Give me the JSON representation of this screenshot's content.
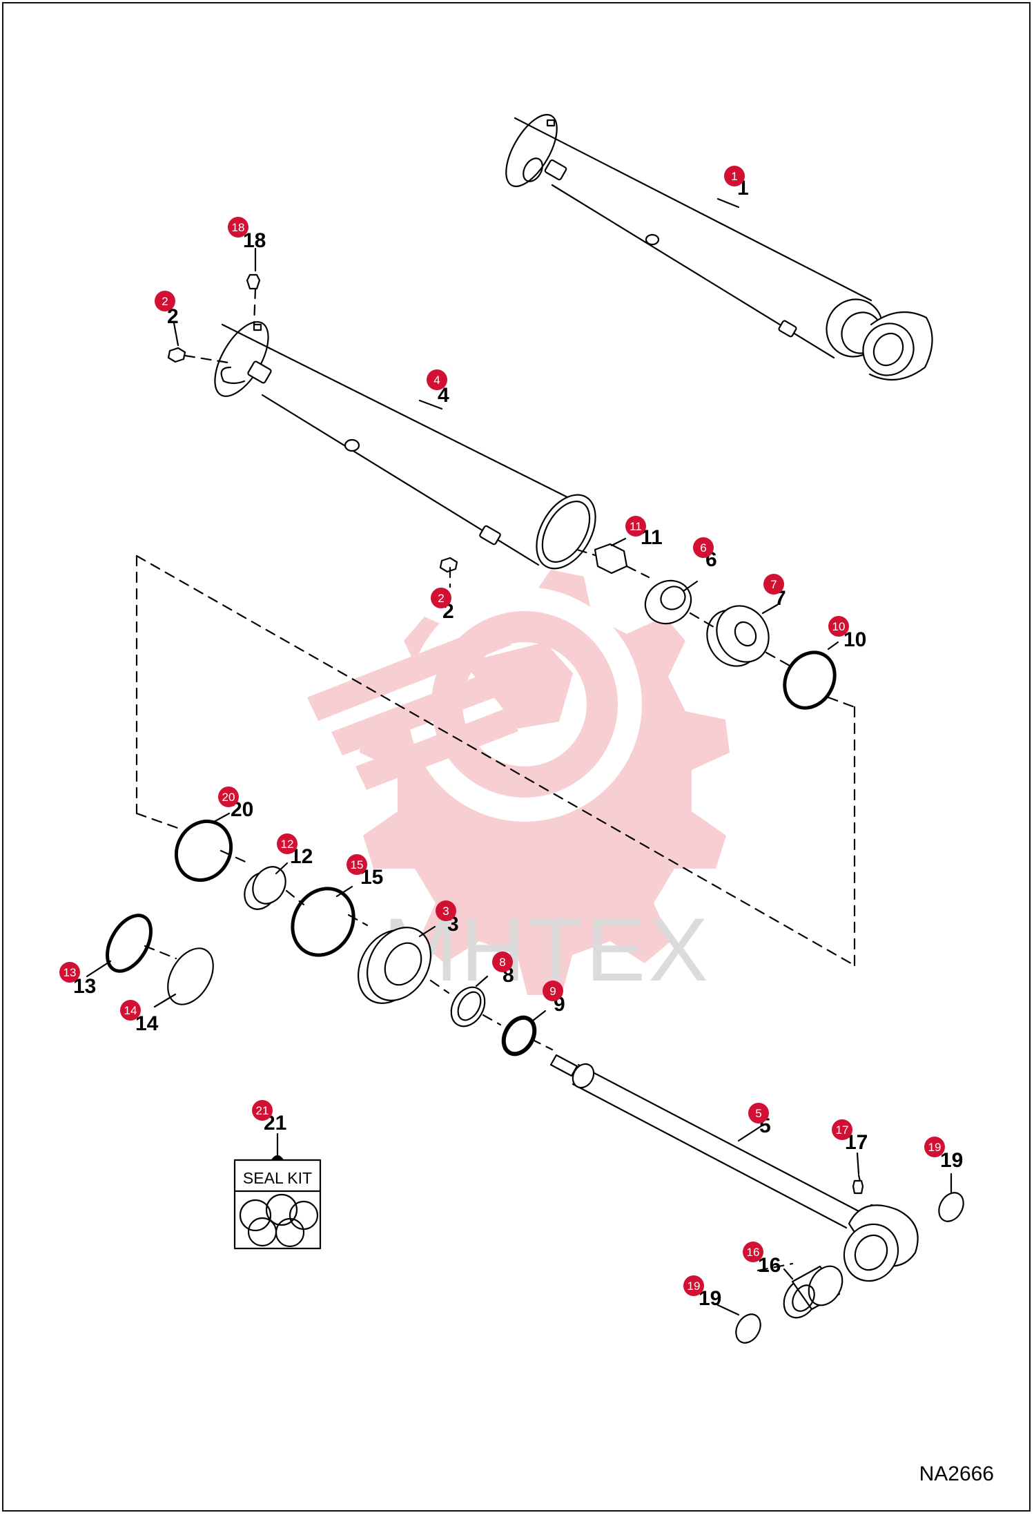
{
  "drawing": {
    "reference_code": "NA2666",
    "seal_kit_label": "SEAL KIT",
    "watermark_text": "MHTEX",
    "callout_color": "#d21034",
    "watermark_color": "#f7c9cd",
    "line_color": "#000000"
  },
  "callouts": [
    "1",
    "18",
    "2",
    "4",
    "11",
    "6",
    "2",
    "7",
    "10",
    "20",
    "12",
    "15",
    "3",
    "8",
    "9",
    "13",
    "14",
    "21",
    "5",
    "17",
    "19",
    "16",
    "19"
  ],
  "part_numbers": [
    "1",
    "18",
    "2",
    "4",
    "11",
    "6",
    "2",
    "7",
    "10",
    "20",
    "12",
    "15",
    "3",
    "8",
    "9",
    "13",
    "14",
    "21",
    "5",
    "17",
    "19",
    "16",
    "19"
  ]
}
